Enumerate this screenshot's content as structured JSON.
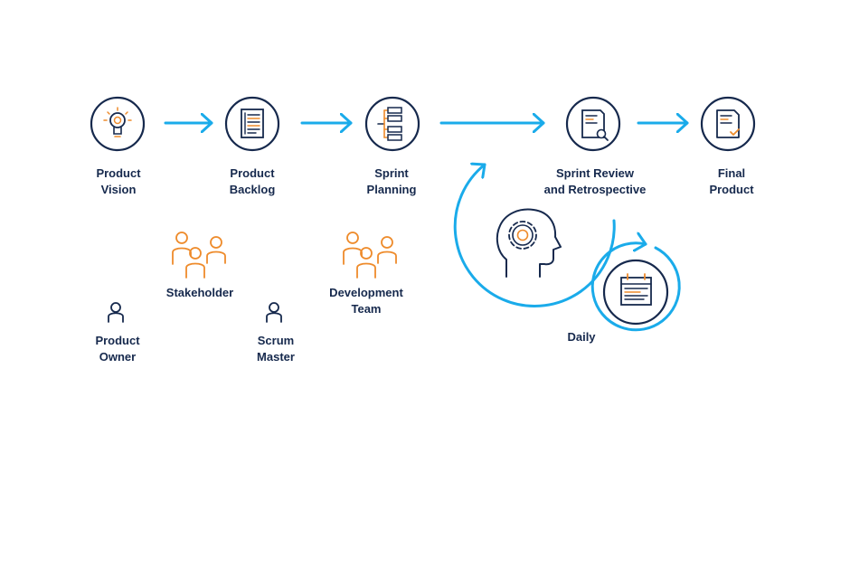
{
  "colors": {
    "navy": "#16294d",
    "orange": "#ee8b2b",
    "blue": "#1aabea"
  },
  "steps": [
    {
      "line1": "Product",
      "line2": "Vision",
      "icon": "lightbulb-icon"
    },
    {
      "line1": "Product",
      "line2": "Backlog",
      "icon": "document-list-icon"
    },
    {
      "line1": "Sprint",
      "line2": "Planning",
      "icon": "task-list-icon"
    },
    {
      "line1": "Sprint Review",
      "line2": "and Retrospective",
      "icon": "document-search-icon"
    },
    {
      "line1": "Final",
      "line2": "Product",
      "icon": "document-check-icon"
    }
  ],
  "roles": [
    {
      "line1": "Stakeholder",
      "line2": "",
      "icon": "group-people-icon"
    },
    {
      "line1": "Development",
      "line2": "Team",
      "icon": "group-people-icon"
    },
    {
      "line1": "Product",
      "line2": "Owner",
      "icon": "person-icon"
    },
    {
      "line1": "Scrum",
      "line2": "Master",
      "icon": "person-icon"
    }
  ],
  "cycles": {
    "sprint_icon": "head-gear-icon",
    "daily_label": "Daily",
    "daily_icon": "calendar-icon"
  }
}
